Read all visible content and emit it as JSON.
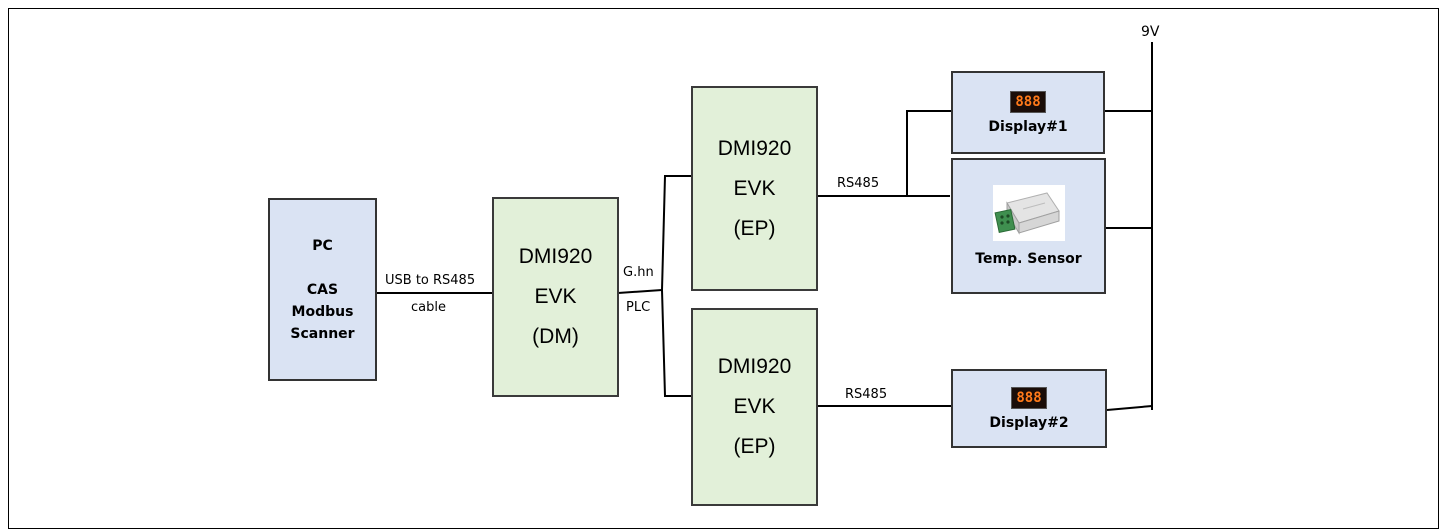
{
  "supply_label": "9V",
  "pc_box": {
    "lines": [
      "PC",
      "",
      "CAS",
      "Modbus",
      "Scanner"
    ]
  },
  "cable_label": {
    "line1": "USB to RS485",
    "line2": "cable"
  },
  "dm_box": {
    "lines": [
      "DMI920",
      "EVK",
      "(DM)"
    ]
  },
  "plc_label": {
    "line1": "G.hn",
    "line2": "PLC"
  },
  "ep_top_box": {
    "lines": [
      "DMI920",
      "EVK",
      "(EP)"
    ]
  },
  "ep_bottom_box": {
    "lines": [
      "DMI920",
      "EVK",
      "(EP)"
    ]
  },
  "rs485_top": "RS485",
  "rs485_bottom": "RS485",
  "display1": {
    "digits": "888",
    "label": "Display#1"
  },
  "sensor": {
    "label": "Temp. Sensor"
  },
  "display2": {
    "digits": "888",
    "label": "Display#2"
  },
  "colors": {
    "pc_fill": "#dae3f3",
    "evk_fill": "#e2f0d9",
    "digits": "#ff7a1a"
  }
}
